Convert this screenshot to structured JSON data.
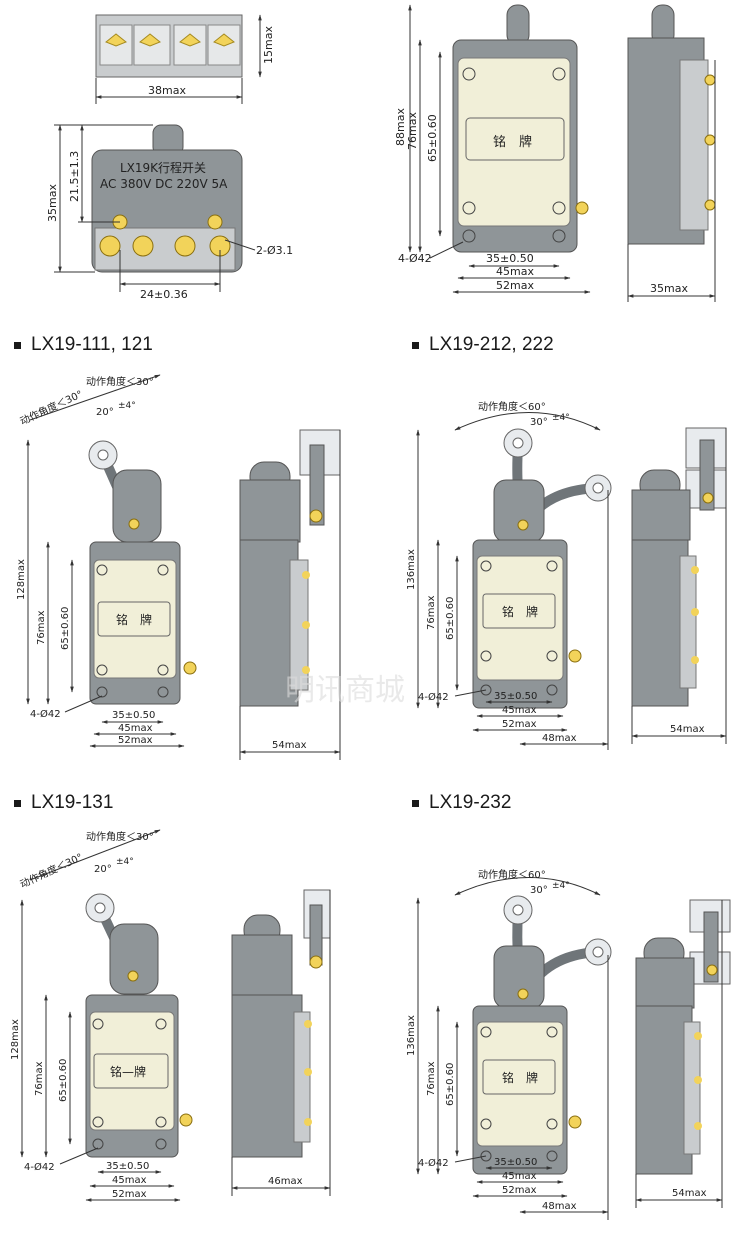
{
  "colors": {
    "body": "#8f9598",
    "body_dark": "#6f7579",
    "plate": "#f1efd8",
    "screw": "#f2d35a",
    "roller": "#e8ebee",
    "line": "#333333"
  },
  "sections": {
    "s1": "LX19-111, 121",
    "s2": "LX19-212, 222",
    "s3": "LX19-131",
    "s4": "LX19-232"
  },
  "terminal_block": {
    "dim_height": "15max",
    "dim_width": "38max"
  },
  "head_view": {
    "label1": "LX19K行程开关",
    "label2": "AC 380V DC 220V 5A",
    "dim_h": "35max",
    "dim_h2": "21.5±1.3",
    "dim_pitch": "24±0.36",
    "dim_holes": "2-Ø3.1"
  },
  "top_base": {
    "dim_88": "88max",
    "dim_76": "76max",
    "dim_65": "65±0.60",
    "holes": "4-Ø42",
    "dim_35": "35±0.50",
    "dim_45": "45max",
    "dim_52": "52max",
    "side_dim": "35max",
    "plate": "铭　牌"
  },
  "common": {
    "angle30": "动作角度＜30°",
    "angle60": "动作角度＜60°",
    "deg20": "20°",
    "tol4": "±4°",
    "deg30": "30°",
    "dim_128": "128max",
    "dim_136": "136max",
    "dim_76": "76max",
    "dim_65": "65±0.60",
    "holes": "4-Ø42",
    "dim_35": "35±0.50",
    "dim_45": "45max",
    "dim_52": "52max",
    "dim_48": "48max",
    "plate": "铭　牌",
    "plate_dash": "铭—牌"
  },
  "side_dims": {
    "s1": "54max",
    "s2": "54max",
    "s3": "46max",
    "s4": "54max"
  },
  "watermark": "明讯商城"
}
